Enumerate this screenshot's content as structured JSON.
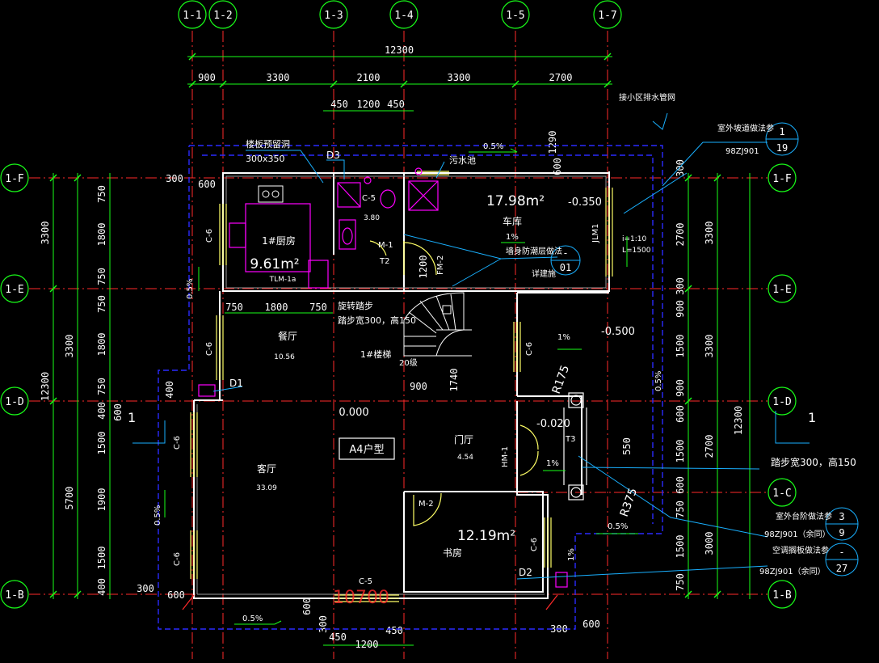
{
  "colors": {
    "background": "#000000",
    "axis_line": "#ff2a2a",
    "axis_bubble": "#19ff19",
    "dimension": "#19ff19",
    "wall": "#ffffff",
    "dashed_outline": "#2a2aff",
    "fixture": "#ff00ff",
    "door": "#ffff66",
    "text": "#ffffff",
    "leader": "#19b0ff"
  },
  "axes": {
    "top": [
      "1-1",
      "1-2",
      "1-3",
      "1-4",
      "1-5",
      "1-7"
    ],
    "left": [
      "1-F",
      "1-E",
      "1-D",
      "1-B"
    ],
    "right": [
      "1-F",
      "1-E",
      "1-D",
      "1-C",
      "1-B"
    ]
  },
  "dims": {
    "top_total": "12300",
    "top_segments": [
      "900",
      "3300",
      "2100",
      "3300",
      "2700"
    ],
    "top_small": [
      "450",
      "1200",
      "450"
    ],
    "left_outer": [
      "3300",
      "3300",
      "5700"
    ],
    "left_total": "12300",
    "left_inner": [
      "750",
      "1800",
      "750",
      "750",
      "1800",
      "750",
      "400",
      "1500",
      "1900",
      "1500",
      "400"
    ],
    "right_outer": [
      "3300",
      "3300",
      "3000"
    ],
    "right_total": "12300",
    "right_inner": [
      "300",
      "2700",
      "300",
      "900",
      "1500",
      "900",
      "600",
      "1500",
      "2700",
      "600",
      "750",
      "1500",
      "750"
    ],
    "bottom_small": [
      "450",
      "1200",
      "450"
    ],
    "misc": [
      "300",
      "600",
      "550",
      "400",
      "300",
      "600",
      "600",
      "600",
      "300",
      "600",
      "300",
      "750",
      "1800",
      "750",
      "900",
      "1290",
      "1200",
      "1740",
      "600"
    ]
  },
  "rooms": {
    "kitchen": {
      "name": "1#厨房",
      "area": "9.61m²",
      "tag": "TLM-1a"
    },
    "garage": {
      "name": "车库",
      "area": "17.98m²",
      "level": "-0.350"
    },
    "dining": {
      "name": "餐厅",
      "area": "10.56"
    },
    "living": {
      "name": "客厅",
      "area": "33.09",
      "level": "0.000"
    },
    "foyer": {
      "name": "门厅",
      "area": "4.54"
    },
    "study": {
      "name": "书房",
      "area": "12.19m²"
    },
    "bath": {
      "level": "3.80"
    }
  },
  "labels": {
    "unit_type": "A4户型",
    "slab_hole": "楼板预留洞",
    "slab_hole_size": "300x350",
    "sewage_pool": "污水池",
    "d3": "D3",
    "d1": "D1",
    "d2": "D2",
    "m1": "M-1",
    "m2": "M-2",
    "fm2": "FM-2",
    "hm1": "HM-1",
    "t2": "T2",
    "t3": "T3",
    "jlm1": "JLM1",
    "c5a": "C-5",
    "c5b": "C-5",
    "c6": [
      "C-6",
      "C-6",
      "C-6",
      "C-6",
      "C-6",
      "C-6"
    ],
    "stair": "1#楼梯",
    "stair_steps": "20级",
    "winder": "旋转踏步",
    "step_spec": "踏步宽300，高150",
    "step_spec_right": "踏步宽300，高150",
    "garage_finish": "墙身防潮层做法",
    "detail_ref": "详建施",
    "garage_slope": "1%",
    "dining_slope": "0.5%",
    "slope_top": "0.5%",
    "slope_bottom": "0.5%",
    "slope_mid": "1%",
    "slope_right": "0.5%",
    "slope_step": "0.5%",
    "right_pct": "0.5%",
    "rear_pct": "1%",
    "foyer_slope": "1%",
    "level_right": "-0.500",
    "level_foyer": "-0.020",
    "ramp_ratio": "i=1:10",
    "ramp_len": "L=1500",
    "drain_pipe": "接小区排水管网",
    "outdoor_slope_ref": "室外坡道做法参",
    "outdoor_step_ref": "室外台阶做法参",
    "ac_board_ref": "空调搁板做法参",
    "std1": "98ZJ901",
    "std2": "98ZJ901（余同）",
    "std3": "98ZJ901（余同）",
    "r175": "R175",
    "r375": "R375",
    "section_left": "1",
    "section_right": "1",
    "bottom_dim_overlay": "10700"
  },
  "detail_bubbles": [
    {
      "top": "1",
      "bottom": "19"
    },
    {
      "top": "3",
      "bottom": "9"
    },
    {
      "top": "-",
      "bottom": "27"
    },
    {
      "top": "-",
      "bottom": "01"
    }
  ]
}
